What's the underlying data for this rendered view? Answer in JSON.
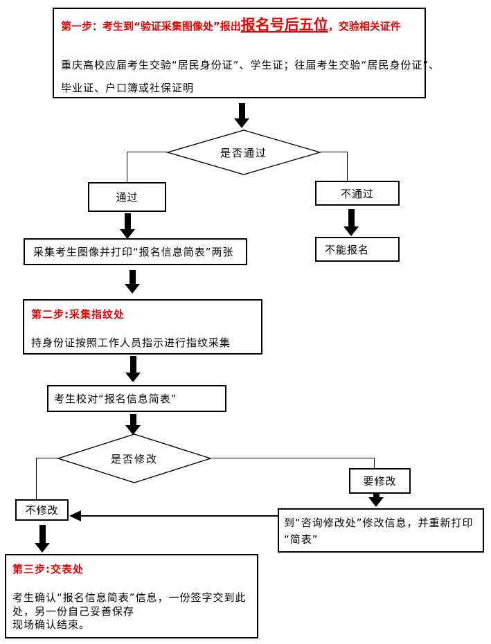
{
  "palette": {
    "accent_red": "#e80000",
    "line_black": "#000000",
    "background": "#ffffff"
  },
  "icons": {
    "down_arrow_icon": "solid black block arrow (CSS shape ⬇)",
    "left_arrow_icon": "thin black arrow (CSS shape ←)"
  },
  "flow": {
    "step1": {
      "title_prefix": "第一步：考生到“验证采集图像处”报出",
      "title_highlight": "报名号后五位",
      "title_suffix": "，交验相关证件",
      "body_line1": "重庆高校应届考生交验“居民身份证”、学生证；往届考生交验“居民身份证”、",
      "body_line2": "毕业证、户口簿或社保证明"
    },
    "decision1_label": "是否通过",
    "pass_label": "通过",
    "fail_label": "不通过",
    "collect_label": "采集考生图像并打印“报名信息简表”两张",
    "cannot_label": "不能报名",
    "step2": {
      "title": "第二步:采集指纹处",
      "body": "持身份证按照工作人员指示进行指纹采集"
    },
    "check_label": "考生校对“报名信息简表”",
    "decision2_label": "是否修改",
    "want_modify_label": "要修改",
    "no_modify_label": "不修改",
    "consult": {
      "line1": "到“咨询修改处”修改信息，并重新打印",
      "line2": "“简表”"
    },
    "step3": {
      "title": "第三步:交表处",
      "body_line1": "考生确认“报名信息简表”信息，一份签字交到此",
      "body_line2": "处，另一份自己妥善保存",
      "body_line3": "现场确认结束。"
    }
  }
}
